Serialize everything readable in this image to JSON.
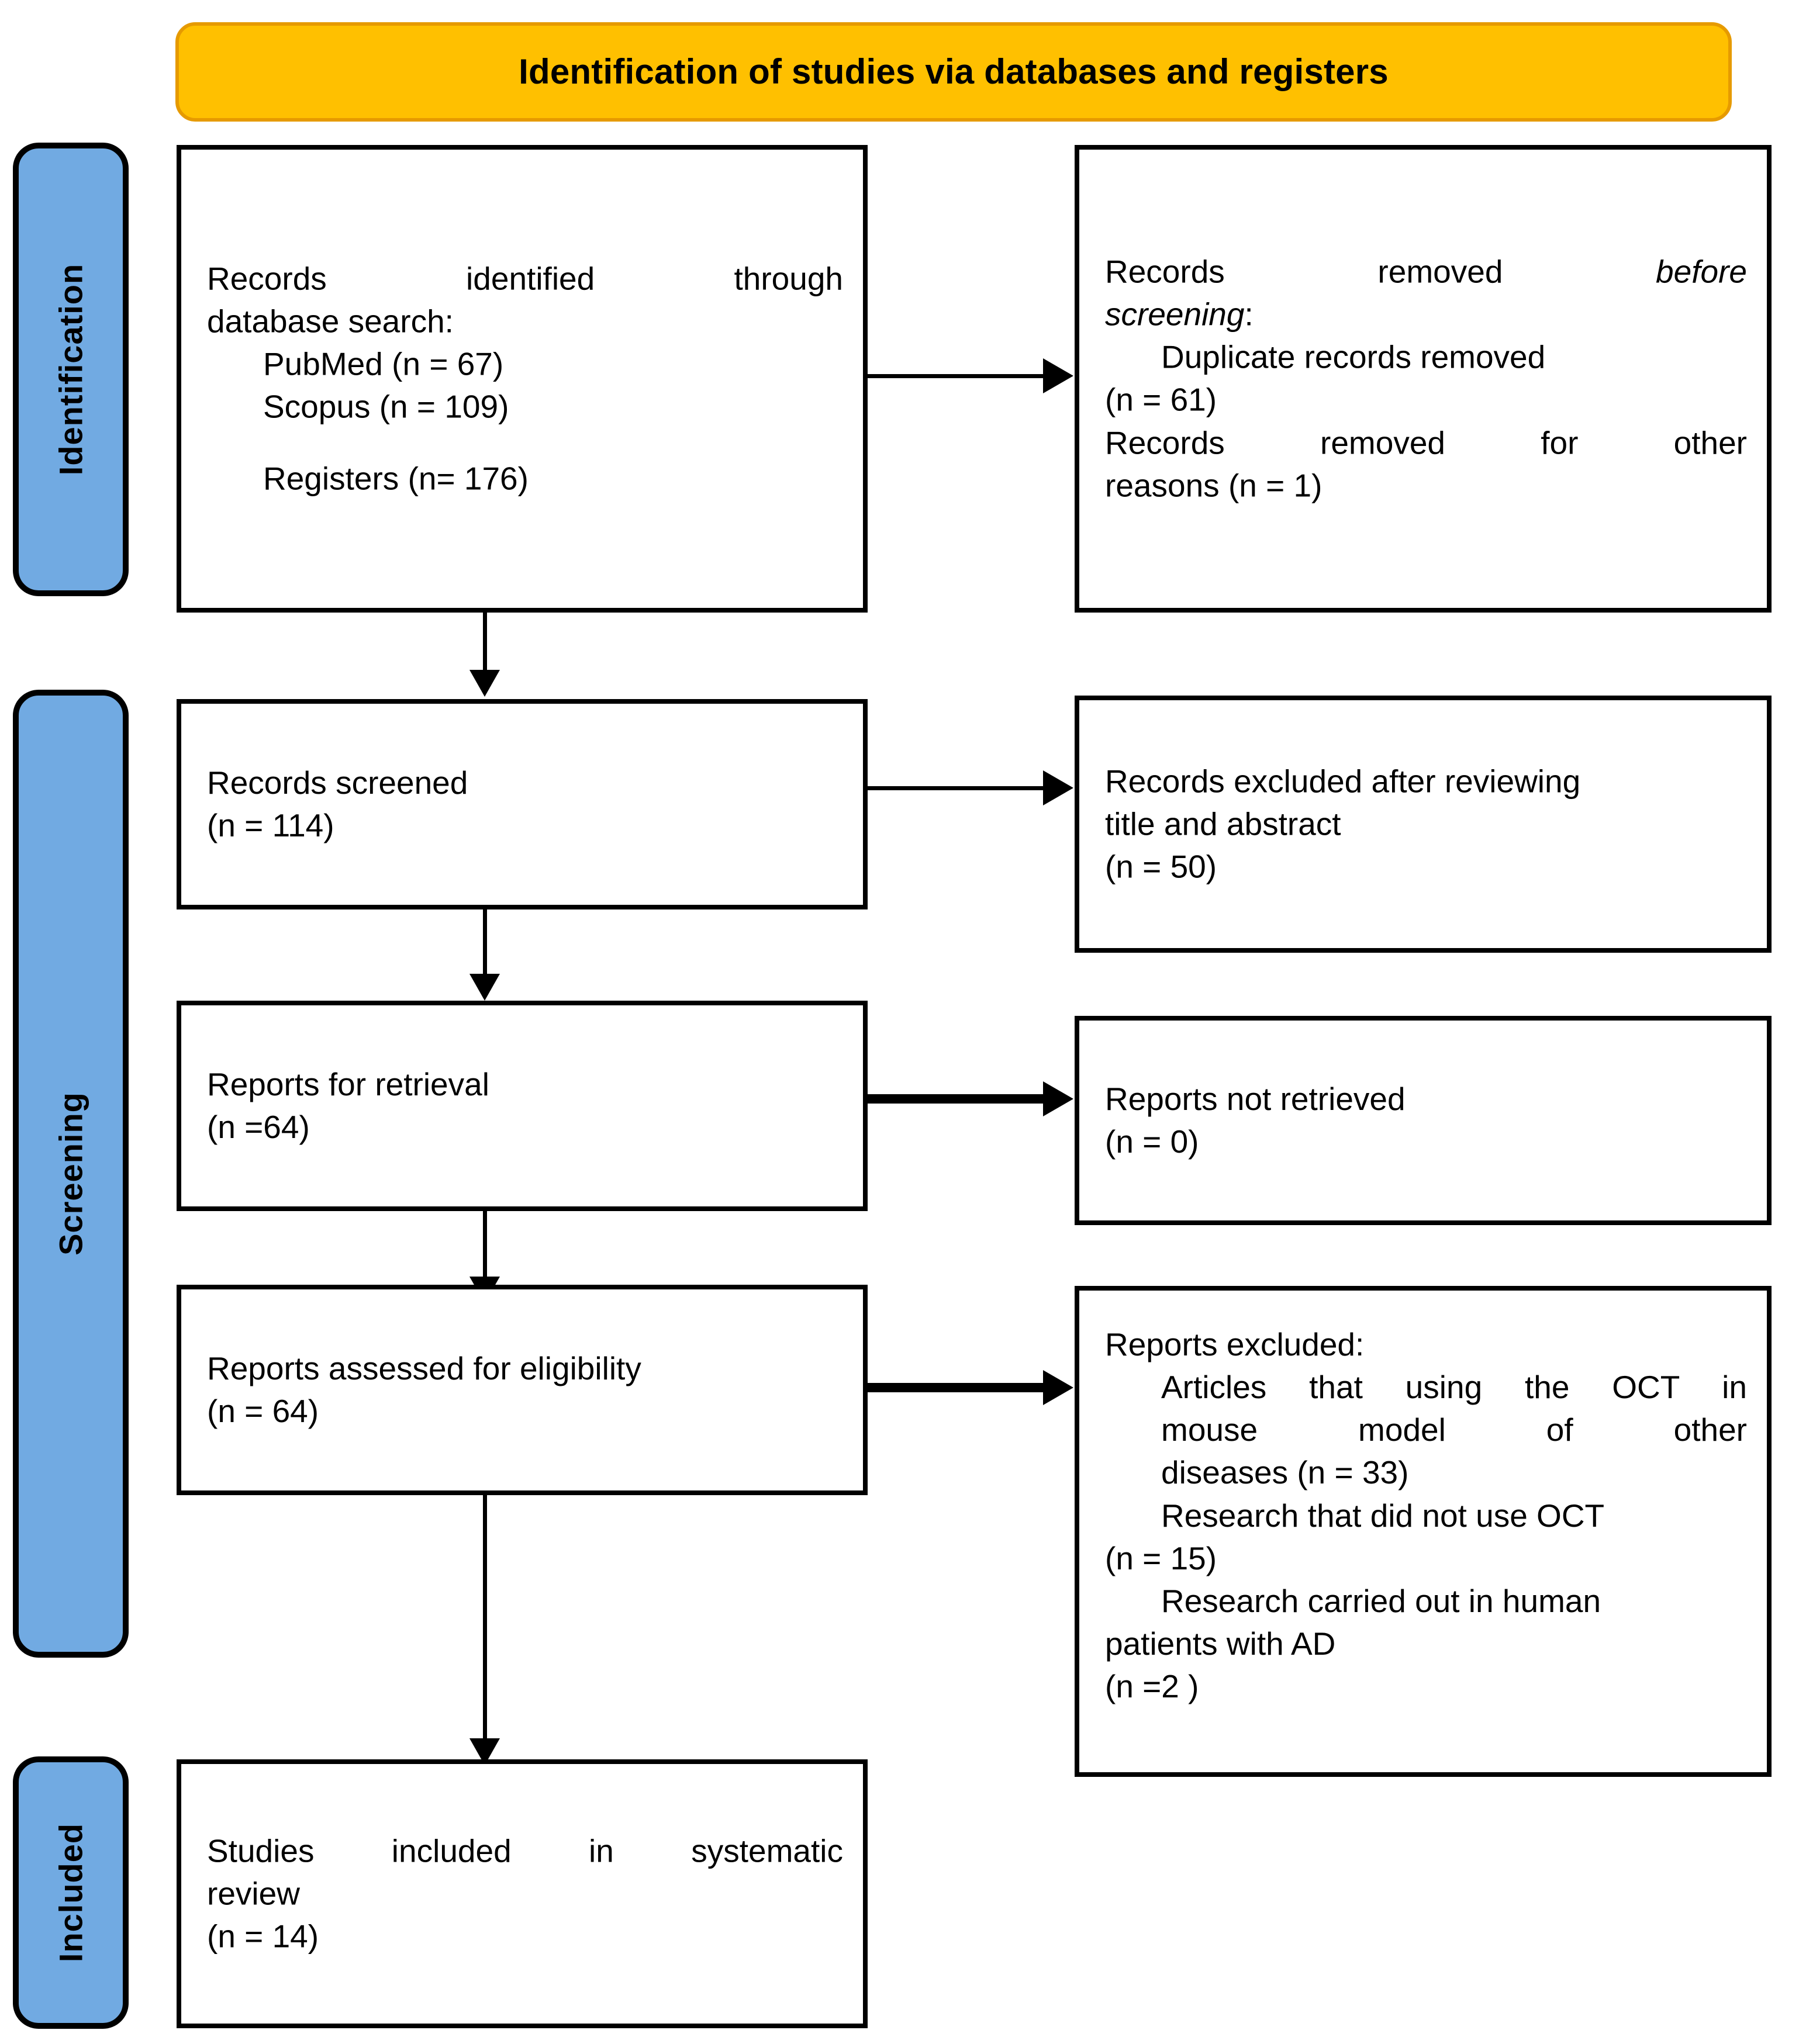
{
  "banner": {
    "title": "Identification of studies via databases and registers",
    "bg_color": "#FFC000",
    "border_color": "#E69A00"
  },
  "stages": {
    "identification": "Identification",
    "screening": "Screening",
    "included": "Included",
    "color": "#71AAE2"
  },
  "boxes": {
    "records_identified": {
      "line1": "Records identified through",
      "line2": "database search:",
      "line3": "PubMed (n = 67)",
      "line4": "Scopus (n = 109)",
      "line5": "Registers (n= 176)"
    },
    "records_removed": {
      "line1a": "Records removed ",
      "line1b": "before",
      "line2a": "screening",
      "line2b": ":",
      "line3": "Duplicate records removed",
      "line4": "(n = 61)",
      "line5": "Records removed for other",
      "line6": "reasons (n = 1)"
    },
    "records_screened": {
      "line1": "Records screened",
      "line2": "(n = 114)"
    },
    "records_excluded": {
      "line1": "Records excluded after reviewing",
      "line2": "title and abstract",
      "line3": "(n = 50)"
    },
    "reports_for_retrieval": {
      "line1": "Reports for retrieval",
      "line2": "(n =64)"
    },
    "reports_not_retrieved": {
      "line1": "Reports not retrieved",
      "line2": "(n = 0)"
    },
    "reports_assessed": {
      "line1": "Reports assessed for eligibility",
      "line2": "(n = 64)"
    },
    "reports_excluded": {
      "line1": "Reports excluded:",
      "line2": "Articles that using the OCT in",
      "line3": "mouse model of other",
      "line4": "diseases (n = 33)",
      "line5": "Research that did not use OCT",
      "line6": "(n = 15)",
      "line7": "Research carried out in human",
      "line8": "patients with AD",
      "line9": "(n =2 )"
    },
    "studies_included": {
      "line1": "Studies included in systematic",
      "line2": "review",
      "line3": "(n = 14)"
    }
  }
}
